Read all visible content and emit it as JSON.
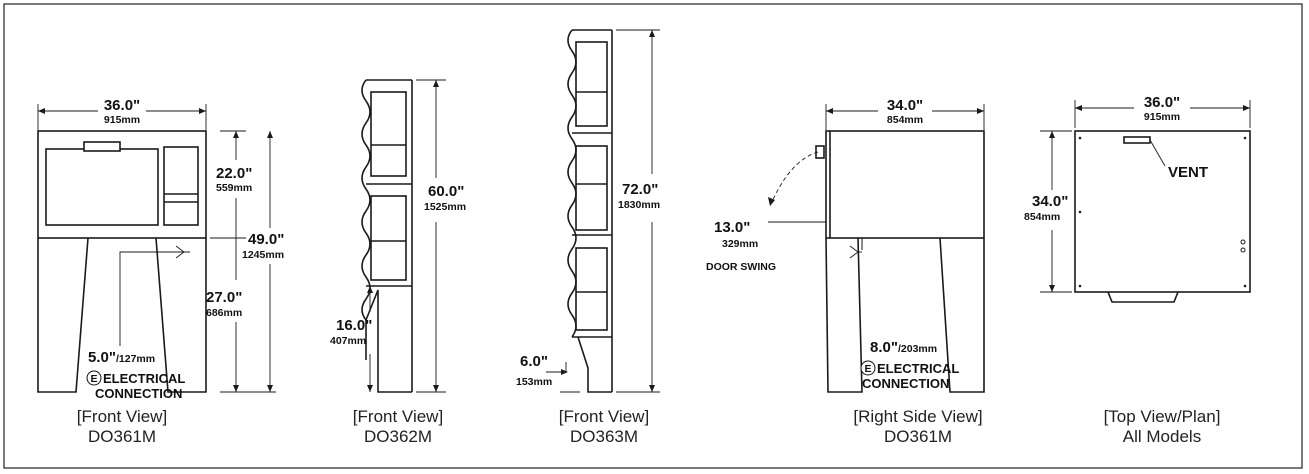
{
  "views": [
    {
      "caption_line1": "[Front View]",
      "caption_line2": "DO361M",
      "dims": {
        "width_in": "36.0\"",
        "width_mm": "915mm",
        "upper_in": "22.0\"",
        "upper_mm": "559mm",
        "total_in": "49.0\"",
        "total_mm": "1245mm",
        "lower_in": "27.0\"",
        "lower_mm": "686mm",
        "conn_in": "5.0\"",
        "conn_mm": "/127mm",
        "conn_symbol": "E",
        "conn_label1": "ELECTRICAL",
        "conn_label2": "CONNECTION"
      }
    },
    {
      "caption_line1": "[Front View]",
      "caption_line2": "DO362M",
      "dims": {
        "height_in": "60.0\"",
        "height_mm": "1525mm",
        "leg_in": "16.0\"",
        "leg_mm": "407mm"
      }
    },
    {
      "caption_line1": "[Front View]",
      "caption_line2": "DO363M",
      "dims": {
        "height_in": "72.0\"",
        "height_mm": "1830mm",
        "leg_in": "6.0\"",
        "leg_mm": "153mm"
      }
    },
    {
      "caption_line1": "[Right Side View]",
      "caption_line2": "DO361M",
      "dims": {
        "depth_in": "34.0\"",
        "depth_mm": "854mm",
        "swing_in": "13.0\"",
        "swing_mm": "329mm",
        "swing_label": "DOOR SWING",
        "conn_in": "8.0\"",
        "conn_mm": "/203mm",
        "conn_symbol": "E",
        "conn_label1": "ELECTRICAL",
        "conn_label2": "CONNECTION"
      }
    },
    {
      "caption_line1": "[Top View/Plan]",
      "caption_line2": "All Models",
      "dims": {
        "width_in": "36.0\"",
        "width_mm": "915mm",
        "depth_in": "34.0\"",
        "depth_mm": "854mm",
        "vent_label": "VENT"
      }
    }
  ]
}
